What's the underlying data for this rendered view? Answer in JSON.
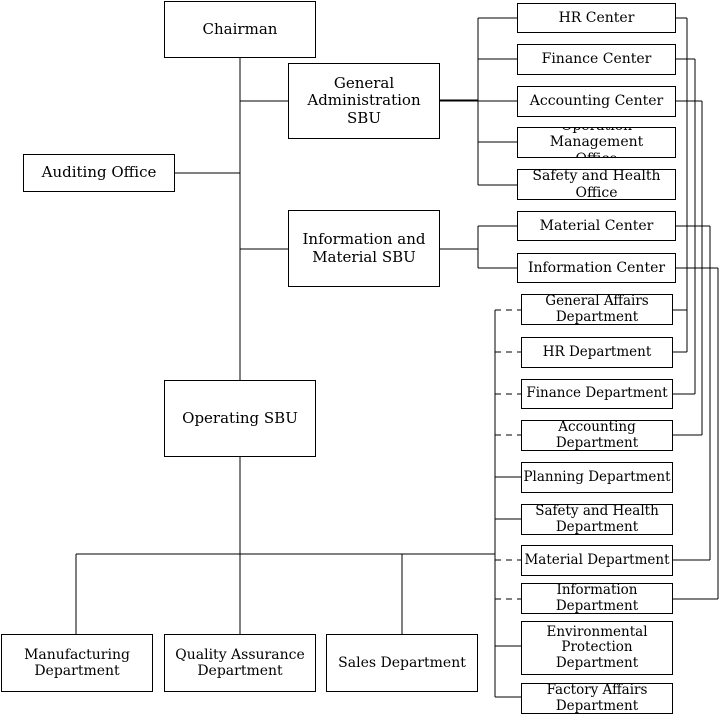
{
  "diagram": {
    "top": {
      "chairman": "Chairman",
      "auditing_office": "Auditing Office",
      "general_admin_sbu": "General Administration\nSBU",
      "info_material_sbu": "Information and\nMaterial SBU",
      "operating_sbu": "Operating SBU"
    },
    "centers": {
      "hr_center": "HR Center",
      "finance_center": "Finance Center",
      "accounting_center": "Accounting Center",
      "operation_mgmt_office": "Operation Management\nOffice",
      "safety_health_office": "Safety and Health Office",
      "material_center": "Material Center",
      "information_center": "Information Center"
    },
    "departments": {
      "general_affairs": "General Affairs\nDepartment",
      "hr": "HR Department",
      "finance": "Finance Department",
      "accounting": "Accounting Department",
      "planning": "Planning Department",
      "safety_health": "Safety and Health\nDepartment",
      "material": "Material Department",
      "information": "Information Department",
      "environmental": "Environmental\nProtection\nDepartment",
      "factory_affairs": "Factory Affairs\nDepartment"
    },
    "bottom": {
      "manufacturing": "Manufacturing\nDepartment",
      "quality_assurance": "Quality Assurance\nDepartment",
      "sales": "Sales Department"
    },
    "colors": {
      "line": "#000000",
      "box_border": "#000000",
      "background": "#ffffff"
    }
  }
}
